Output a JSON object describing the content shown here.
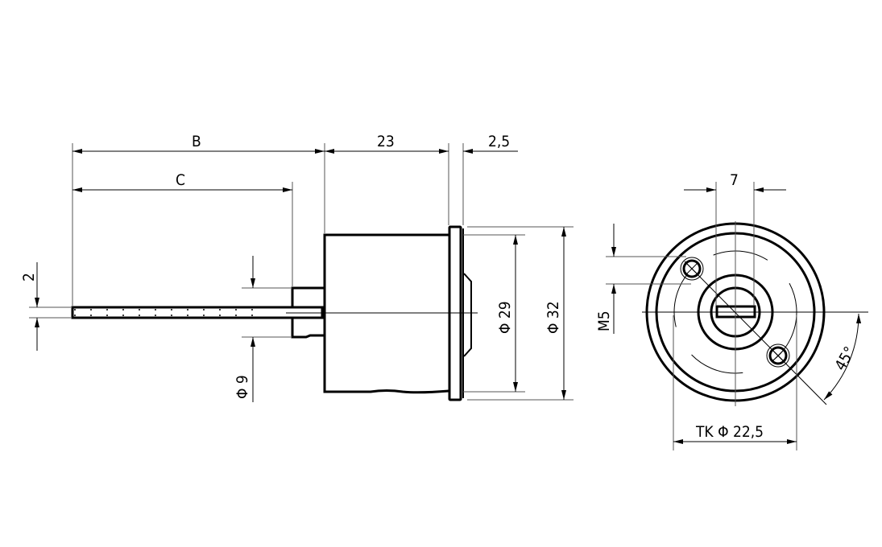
{
  "drawing": {
    "side_view": {
      "dim_B": "B",
      "dim_C": "C",
      "dim_body_length": "23",
      "dim_flange_thickness": "2,5",
      "dim_shaft_width": "2",
      "dim_collar_diameter": "Φ 9",
      "dim_body_diameter": "Φ 29",
      "dim_flange_diameter": "Φ 32"
    },
    "front_view": {
      "dim_slot_width": "7",
      "dim_thread": "M5",
      "dim_bolt_circle": "TK Φ 22,5",
      "dim_angle": "45°"
    }
  }
}
